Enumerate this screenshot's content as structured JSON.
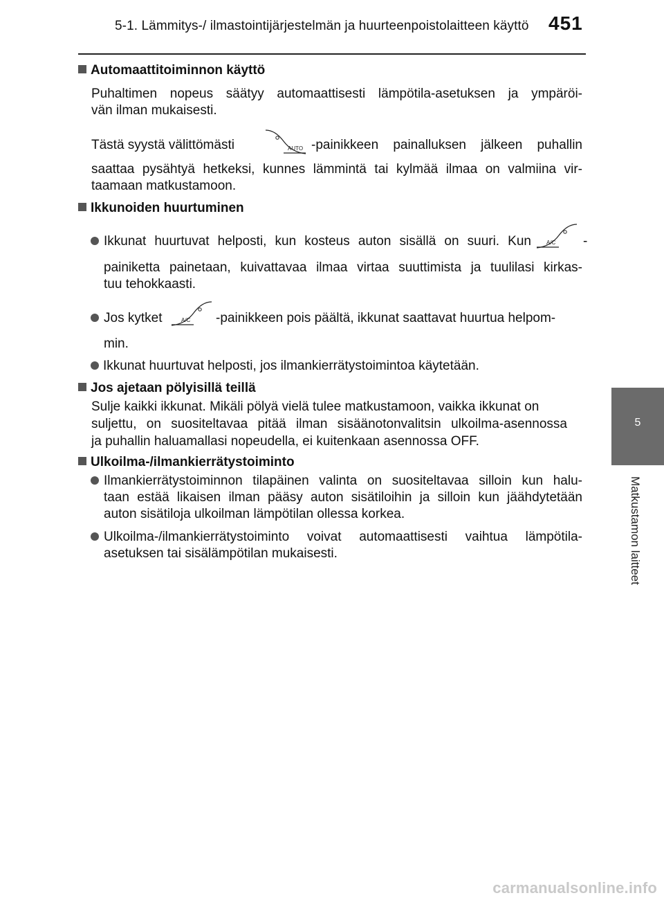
{
  "header": {
    "title": "5-1. Lämmitys-/ ilmastointijärjestelmän ja huurteenpoistolaitteen käyttö",
    "page_number": "451"
  },
  "side_tab": {
    "chapter": "5",
    "label": "Matkustamon laitteet"
  },
  "sections": [
    {
      "heading": "Automaattitoiminnon käyttö",
      "para1": [
        "Puhaltimen nopeus säätyy automaattisesti lämpötila-asetuksen ja ympäröi-",
        "vän ilman mukaisesti."
      ],
      "para2_start": "Tästä syystä välittömästi",
      "para2_after_icon": "-painikkeen painalluksen jälkeen puhallin",
      "para2_rest": [
        "saattaa pysähtyä hetkeksi, kunnes lämmintä tai kylmää ilmaa on valmiina vir-",
        "taamaan matkustamoon."
      ]
    },
    {
      "heading": "Ikkunoiden huurtuminen",
      "b1_start": "Ikkunat huurtuvat helposti, kun kosteus auton sisällä on suuri. Kun",
      "b1_after_icon": "-",
      "b1_rest": [
        "painiketta painetaan, kuivattavaa ilmaa virtaa suuttimista ja tuulilasi kirkas-",
        "tuu tehokkaasti."
      ],
      "b2_start": "Jos kytket",
      "b2_after_icon": "-painikkeen pois päältä, ikkunat saattavat huurtua helpom-",
      "b2_rest": "min.",
      "b3": "Ikkunat huurtuvat helposti, jos ilmankierrätystoimintoa käytetään."
    },
    {
      "heading": "Jos ajetaan pölyisillä teillä",
      "lines": [
        "Sulje kaikki ikkunat. Mikäli pölyä vielä tulee matkustamoon, vaikka ikkunat on",
        "suljettu, on suositeltavaa pitää ilman sisäänotonvalitsin ulkoilma-asennossa",
        "ja puhallin haluamallasi nopeudella, ei kuitenkaan asennossa OFF."
      ]
    },
    {
      "heading": "Ulkoilma-/ilmankierrätystoiminto",
      "b1": [
        "Ilmankierrätystoiminnon tilapäinen valinta on suositeltavaa silloin kun halu-",
        "taan estää likaisen ilman pääsy auton sisätiloihin ja silloin kun jäähdytetään",
        "auton sisätiloja ulkoilman lämpötilan ollessa korkea."
      ],
      "b2": [
        "Ulkoilma-/ilmankierrätystoiminto voivat automaattisesti vaihtua lämpötila-",
        "asetuksen tai sisälämpötilan mukaisesti."
      ]
    }
  ],
  "icons": {
    "auto": "AUTO",
    "ac": "A/C"
  },
  "watermark": "carmanualsonline.info"
}
